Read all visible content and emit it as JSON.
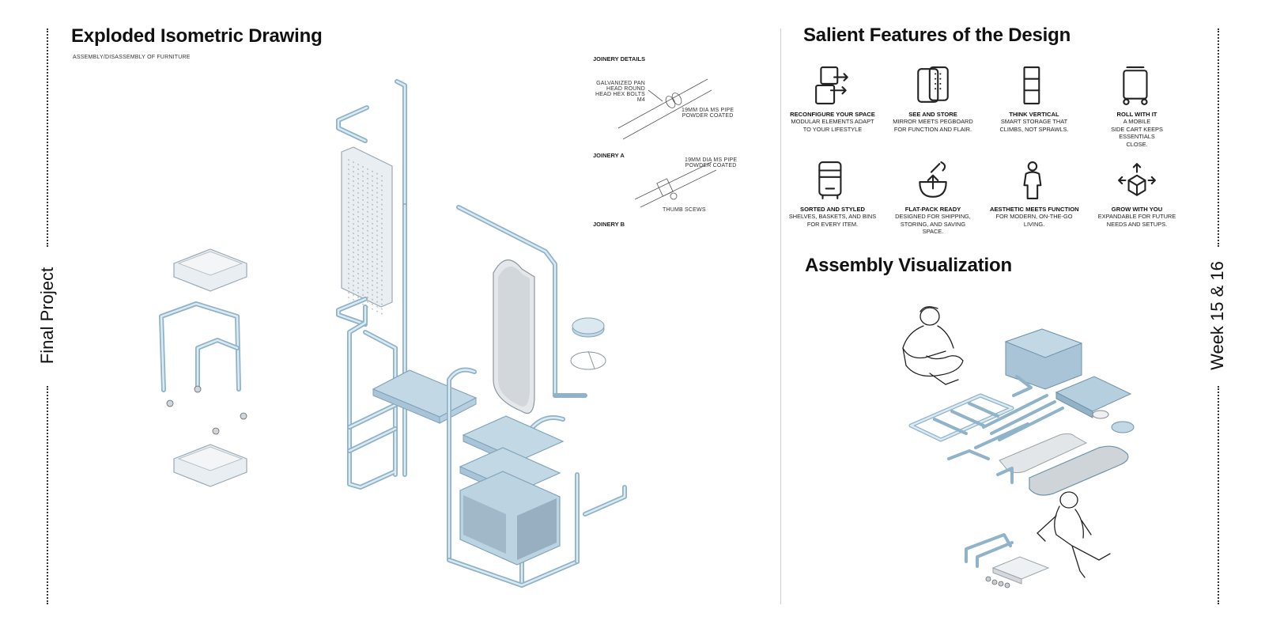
{
  "side": {
    "left_label": "Final Project",
    "right_label": "Week 15 & 16"
  },
  "left": {
    "title": "Exploded Isometric Drawing",
    "subtitle": "ASSEMBLY/DISASSEMBLY OF FURNITURE"
  },
  "joinery": {
    "header": "JOINERY DETAILS",
    "bolts_note": [
      "GALVANIZED PAN",
      "HEAD ROUND",
      "HEAD HEX BOLTS",
      "M4"
    ],
    "pipe_note_1": [
      "19MM DIA MS PIPE",
      "POWDER COATED"
    ],
    "joint_a": "JOINERY A",
    "pipe_note_2": [
      "19MM DIA MS PIPE",
      "POWDER COATED"
    ],
    "screw_note": "THUMB SCEWS",
    "joint_b": "JOINERY B"
  },
  "right": {
    "features_title": "Salient Features of the Design",
    "assembly_title": "Assembly Visualization"
  },
  "features": [
    {
      "icon": "reconfigure-icon",
      "title": "RECONFIGURE YOUR SPACE",
      "lines": [
        "MODULAR ELEMENTS ADAPT",
        "TO YOUR LIFESTYLE"
      ]
    },
    {
      "icon": "mirror-pegboard-icon",
      "title": "SEE AND STORE",
      "lines": [
        "MIRROR MEETS PEGBOARD",
        "FOR FUNCTION AND FLAIR."
      ]
    },
    {
      "icon": "vertical-shelf-icon",
      "title": "THINK VERTICAL",
      "lines": [
        "SMART STORAGE THAT",
        "CLIMBS, NOT SPRAWLS."
      ]
    },
    {
      "icon": "cart-icon",
      "title": "ROLL WITH IT",
      "lines": [
        "A MOBILE",
        "SIDE CART KEEPS ESSENTIALS",
        "CLOSE."
      ]
    },
    {
      "icon": "storage-unit-icon",
      "title": "SORTED AND STYLED",
      "lines": [
        "SHELVES, BASKETS, AND BINS",
        "FOR EVERY ITEM."
      ]
    },
    {
      "icon": "flat-pack-icon",
      "title": "FLAT-PACK READY",
      "lines": [
        "DESIGNED FOR SHIPPING,",
        "STORING, AND SAVING",
        "SPACE."
      ]
    },
    {
      "icon": "person-icon",
      "title": "AESTHETIC MEETS FUNCTION",
      "lines": [
        "FOR MODERN, ON-THE-GO",
        "LIVING."
      ]
    },
    {
      "icon": "expand-icon",
      "title": "GROW WITH YOU",
      "lines": [
        "EXPANDABLE FOR FUTURE",
        "NEEDS AND SETUPS."
      ]
    }
  ],
  "colors": {
    "pipe": "#8fb3c9",
    "panel": "#c3d8e5",
    "text": "#111111"
  }
}
